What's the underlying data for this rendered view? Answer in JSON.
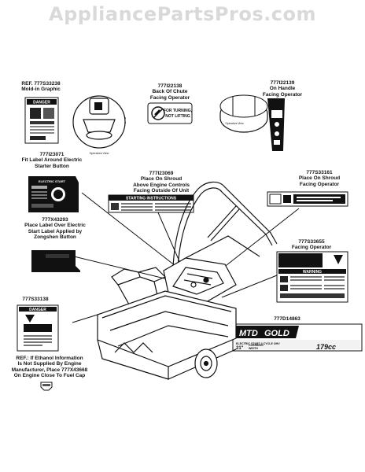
{
  "watermark": "AppliancePartsPros.com",
  "callouts": {
    "c777s33238": [
      "REF. 777S33238",
      "Mold-in Graphic"
    ],
    "c777i22138": [
      "777I22138",
      "Back Of Chute",
      "Facing Operator"
    ],
    "c777i22139": [
      "777I22139",
      "On Handle",
      "Facing Operator"
    ],
    "c777i23071": [
      "777I23071",
      "Fit Label Around Electric",
      "Starter Button"
    ],
    "c777i23069": [
      "777I23069",
      "Place On Shroud",
      "Above Engine Controls",
      "Facing Outside Of Unit"
    ],
    "c777s33161": [
      "777S33161",
      "Place On Shroud",
      "Facing Operator"
    ],
    "c777x43293": [
      "777X43293",
      "Place Label Over Electric",
      "Start Label Applied by",
      "Zongshen Button"
    ],
    "c777s33655": [
      "777S33655",
      "Facing Operator"
    ],
    "c777s33138": [
      "777S33138"
    ],
    "c777d14863": [
      "777D14863"
    ],
    "cref_ethanol": [
      "REF.: If Ethanol Information",
      "Is Not Supplied By Engine",
      "Manufacturer, Place 777X43668",
      "On Engine Close To Fuel Cap"
    ]
  },
  "decal_text": {
    "danger": "DANGER",
    "warning": "WARNING",
    "turning": [
      "FOR TURNING,",
      "NOT LIFTING"
    ],
    "starting": "STARTING INSTRUCTIONS",
    "electric_start": "ELECTRIC START",
    "operators_view": "Operators View",
    "mtd": "MTD",
    "gold": "GOLD",
    "electric_cycle": "ELECTRIC START  4 CYCLE OHV",
    "clearing": [
      "21\"",
      "CLEARING",
      "WIDTH"
    ],
    "cc": "179cc"
  }
}
